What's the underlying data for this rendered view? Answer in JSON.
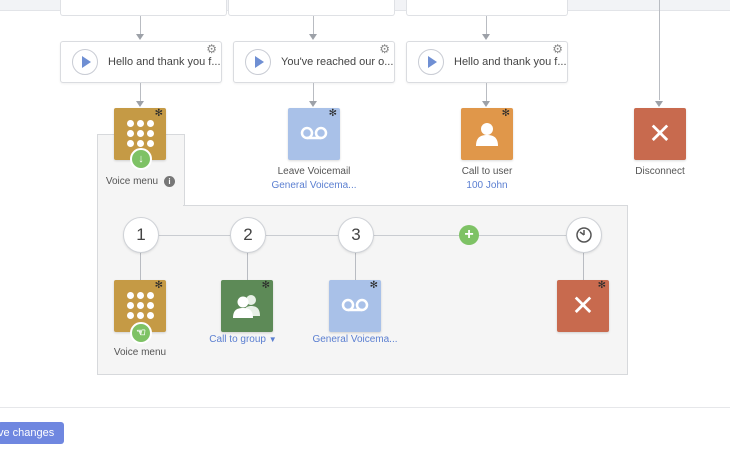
{
  "flow": {
    "messages": [
      {
        "text": "Hello and thank you f..."
      },
      {
        "text": "You've reached our o..."
      },
      {
        "text": "Hello and thank you f..."
      }
    ],
    "actions": [
      {
        "label": "Voice menu",
        "sublabel": ""
      },
      {
        "label": "Leave Voicemail",
        "sublabel": "General Voicema..."
      },
      {
        "label": "Call to user",
        "sublabel": "100 John"
      },
      {
        "label": "Disconnect",
        "sublabel": ""
      }
    ],
    "submenu": {
      "keys": [
        "1",
        "2",
        "3"
      ],
      "actions": [
        {
          "label": "Voice menu"
        },
        {
          "label": "Call to group"
        },
        {
          "label": "General Voicema..."
        }
      ]
    }
  },
  "footer": {
    "save_label": "ve changes"
  },
  "colors": {
    "voice_menu": "#c59a45",
    "voicemail": "#a9c1e8",
    "call_user": "#e0974a",
    "disconnect": "#c86a4e",
    "call_group": "#5d8a57",
    "accent_green": "#7ec265",
    "link_blue": "#5b7fd1"
  }
}
